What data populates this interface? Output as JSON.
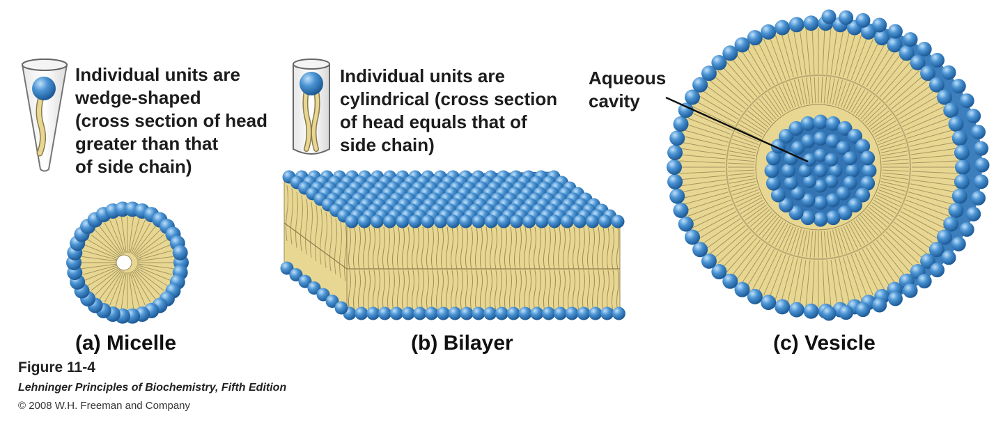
{
  "micelle": {
    "unit_note": "Individual units are\nwedge-shaped\n(cross section of head\ngreater than that\nof side chain)",
    "caption": "(a) Micelle"
  },
  "bilayer": {
    "unit_note": "Individual units are\ncylindrical (cross section\nof head equals that of\nside chain)",
    "caption": "(b) Bilayer"
  },
  "vesicle": {
    "cavity_label": "Aqueous\ncavity",
    "caption": "(c) Vesicle"
  },
  "figure": {
    "number": "Figure 11-4",
    "book": "Lehninger Principles of Biochemistry, Fifth Edition",
    "copyright": "© 2008 W.H. Freeman and Company"
  },
  "colors": {
    "head": "#3d86c6",
    "tail": "#e8d792",
    "tail_line": "#8a7a4a",
    "outline": "#555555"
  }
}
